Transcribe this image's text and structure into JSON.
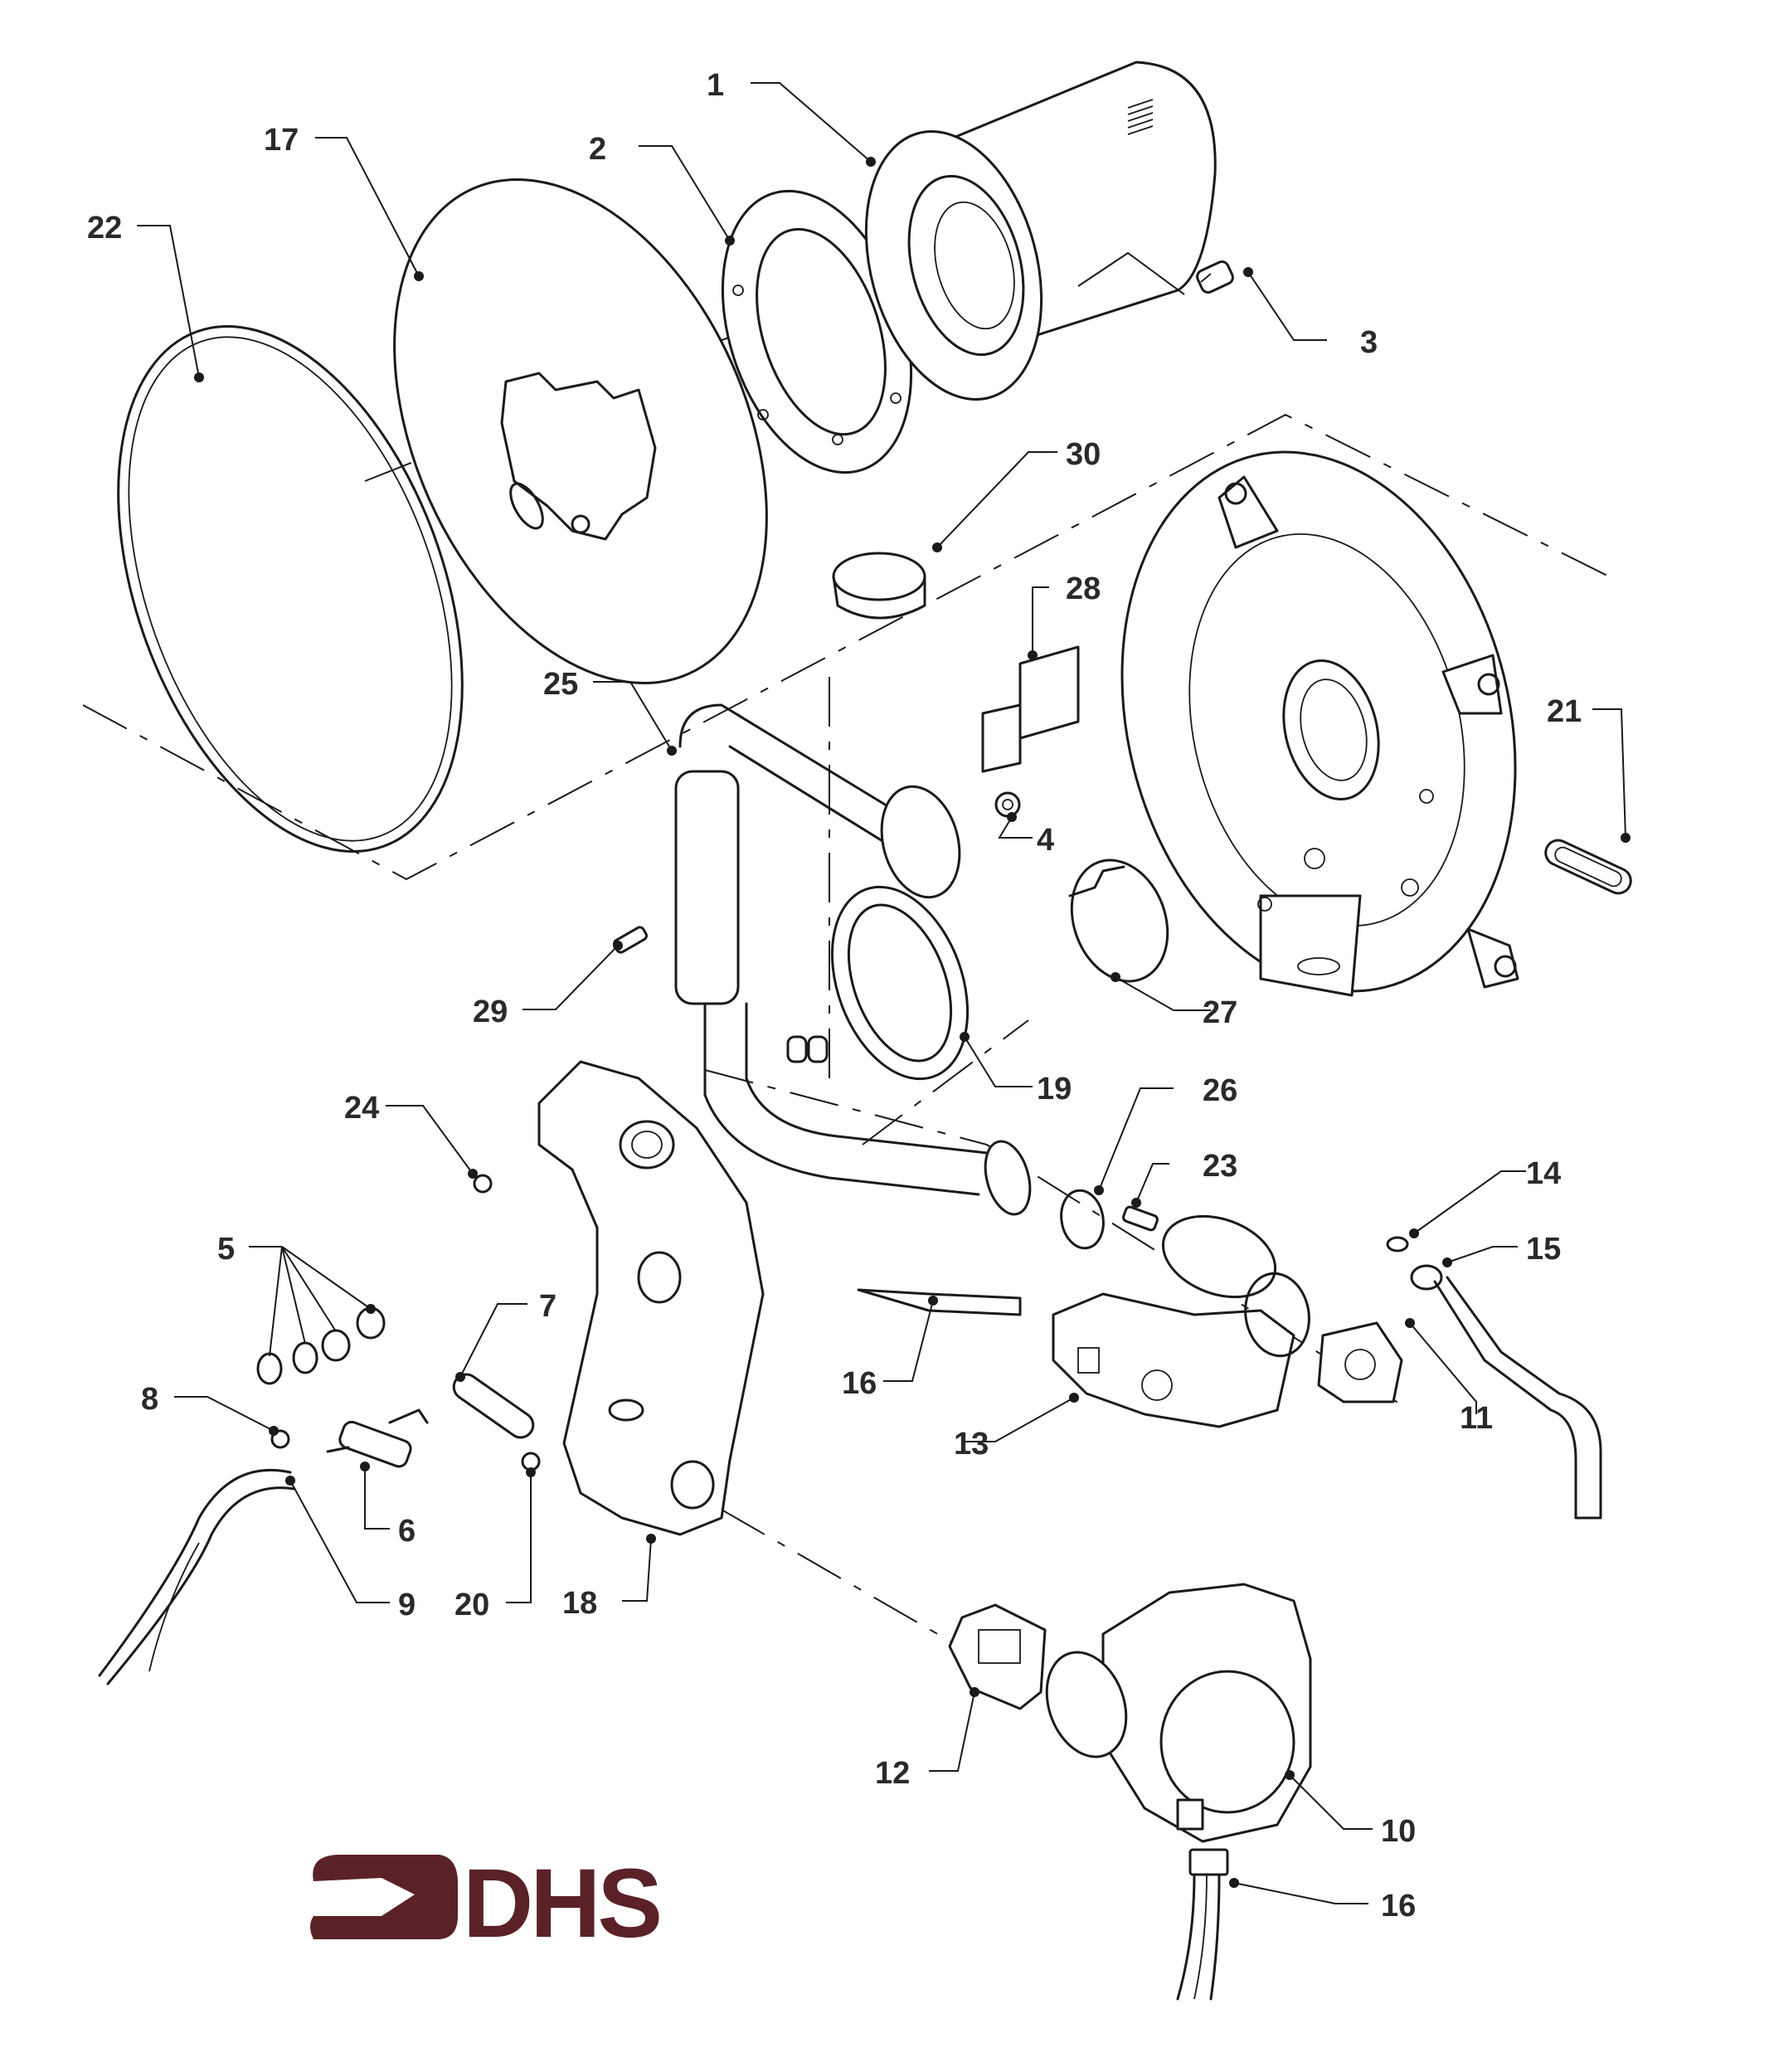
{
  "title": "Exploded parts diagram - burner / fan assembly",
  "brand": {
    "name": "DHS",
    "color": "#5a2226"
  },
  "line_color": "#1a1a1a",
  "callouts": [
    {
      "id": "1",
      "label": "1"
    },
    {
      "id": "2",
      "label": "2"
    },
    {
      "id": "3",
      "label": "3"
    },
    {
      "id": "4",
      "label": "4"
    },
    {
      "id": "5",
      "label": "5"
    },
    {
      "id": "6",
      "label": "6"
    },
    {
      "id": "7",
      "label": "7"
    },
    {
      "id": "8",
      "label": "8"
    },
    {
      "id": "9",
      "label": "9"
    },
    {
      "id": "10",
      "label": "10"
    },
    {
      "id": "11",
      "label": "11"
    },
    {
      "id": "12",
      "label": "12"
    },
    {
      "id": "13",
      "label": "13"
    },
    {
      "id": "14",
      "label": "14"
    },
    {
      "id": "15",
      "label": "15"
    },
    {
      "id": "16a",
      "label": "16"
    },
    {
      "id": "16b",
      "label": "16"
    },
    {
      "id": "17",
      "label": "17"
    },
    {
      "id": "18",
      "label": "18"
    },
    {
      "id": "19",
      "label": "19"
    },
    {
      "id": "20",
      "label": "20"
    },
    {
      "id": "21",
      "label": "21"
    },
    {
      "id": "22",
      "label": "22"
    },
    {
      "id": "23",
      "label": "23"
    },
    {
      "id": "24",
      "label": "24"
    },
    {
      "id": "25",
      "label": "25"
    },
    {
      "id": "26",
      "label": "26"
    },
    {
      "id": "27",
      "label": "27"
    },
    {
      "id": "28",
      "label": "28"
    },
    {
      "id": "29",
      "label": "29"
    },
    {
      "id": "30",
      "label": "30"
    }
  ]
}
